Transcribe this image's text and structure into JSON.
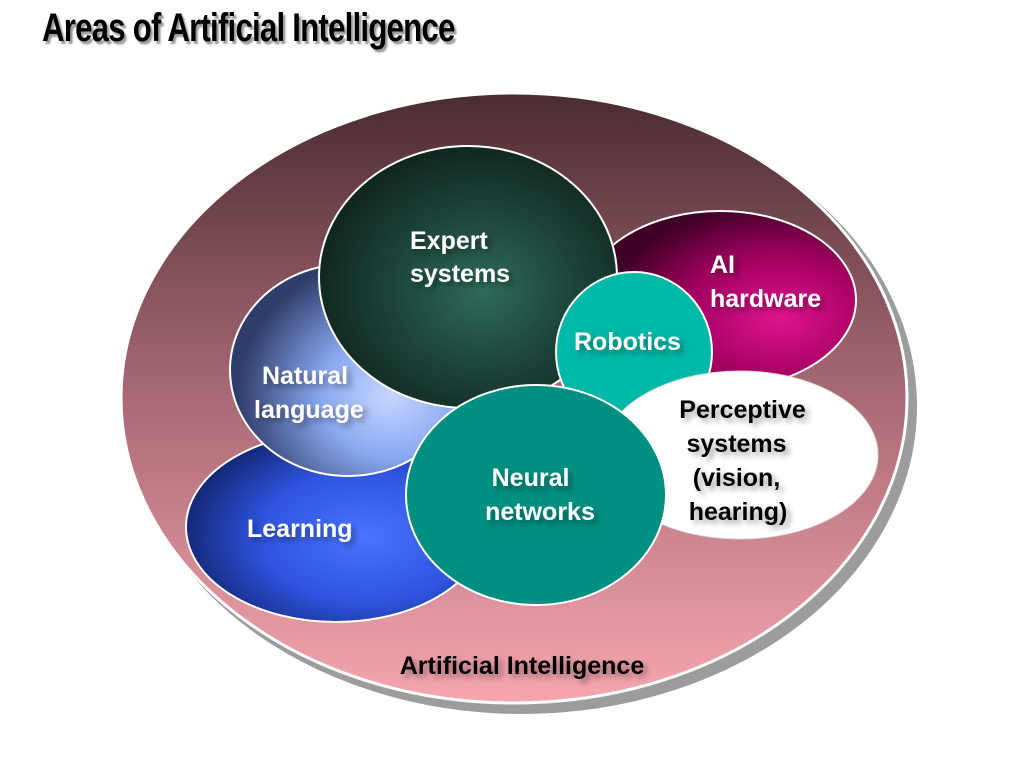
{
  "title": "Areas of Artificial Intelligence",
  "diagram": {
    "outer_label": "Artificial Intelligence",
    "areas": {
      "expert_systems": [
        "Expert",
        "systems"
      ],
      "ai_hardware": [
        "AI",
        "hardware"
      ],
      "robotics": [
        "Robotics"
      ],
      "natural_language": [
        "Natural",
        "language"
      ],
      "perceptive_systems": [
        "Perceptive",
        "systems",
        "(vision,",
        "hearing)"
      ],
      "learning": [
        "Learning"
      ],
      "neural_networks": [
        "Neural",
        "networks"
      ]
    }
  },
  "colors": {
    "outer_top": "#4f3035",
    "outer_bottom": "#f6a3ad",
    "expert_systems": "#1a3d34",
    "ai_hardware": "#a0005f",
    "robotics": "#00b8a7",
    "natural_language": "#8aa8f0",
    "perceptive_systems": "#ffffff",
    "learning": "#2e54e0",
    "neural_networks": "#008f80"
  }
}
